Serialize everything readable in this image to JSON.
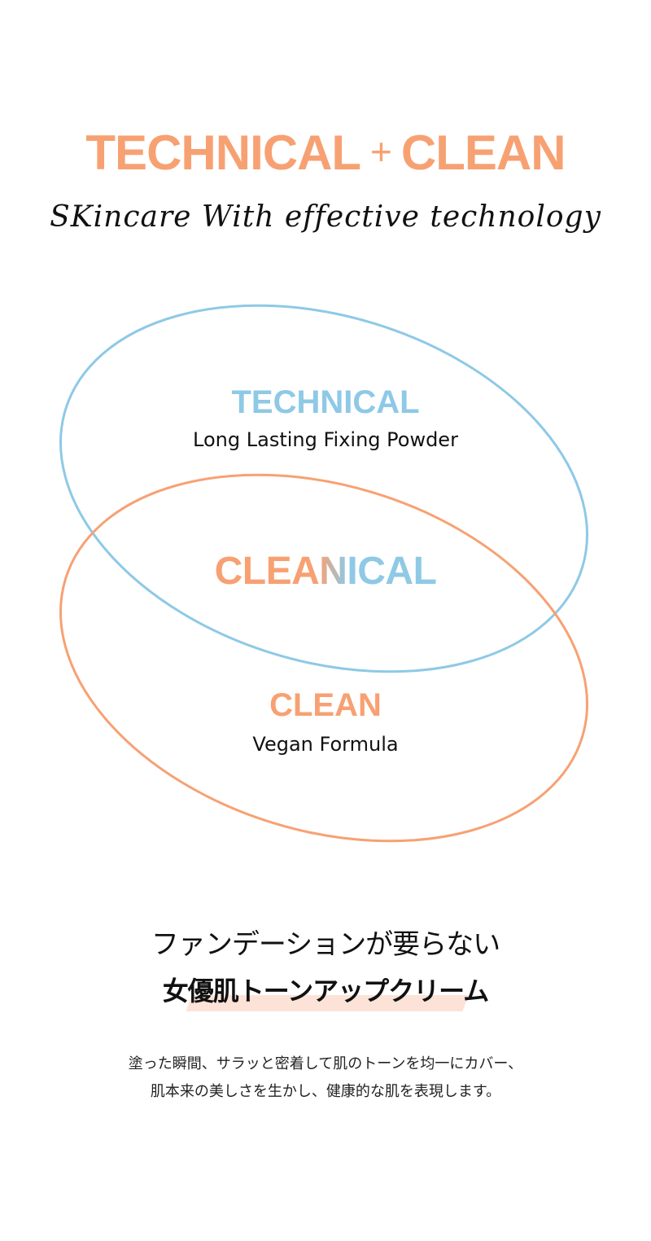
{
  "hero": {
    "title_left": "TECHNICAL",
    "plus": "+",
    "title_right": "CLEAN",
    "subtitle": "SKincare With effective technology"
  },
  "venn": {
    "technical": {
      "title": "TECHNICAL",
      "desc": "Long Lasting Fixing Powder"
    },
    "center": {
      "part_a": "CLEA",
      "part_b": "N",
      "part_c": "ICAL"
    },
    "clean": {
      "title": "CLEAN",
      "desc": "Vegan Formula"
    }
  },
  "copy": {
    "heading": "ファンデーションが要らない",
    "emphasis": "女優肌トーンアップクリーム",
    "body_line1": "塗った瞬間、サラッと密着して肌のトーンを均一にカバー、",
    "body_line2": "肌本来の美しさを生かし、健康的な肌を表現します。"
  },
  "colors": {
    "orange": "#f7a173",
    "blue": "#8ec9e6",
    "underline": "#fde3d7"
  }
}
